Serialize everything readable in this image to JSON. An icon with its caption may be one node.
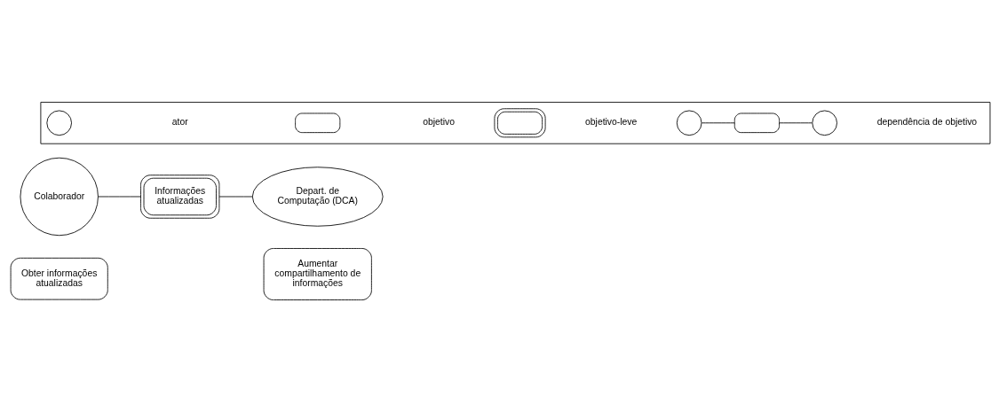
{
  "diagram": {
    "nodes": [
      {
        "text": [
          "Colaborador"
        ]
      },
      {
        "text": [
          "Informações atualizadas"
        ]
      },
      {
        "text": [
          "Obter informações atualizadas"
        ]
      },
      {
        "text": [
          "Depart. de Computação (DCA)"
        ]
      },
      {
        "text": [
          "Aumentar compartilhamento de informações"
        ]
      },
      {
        "text": [],
        "shape": "box"
      },
      {
        "text": [],
        "shape": "circle",
        "in": 5
      },
      {
        "text": [],
        "shape": "box",
        "in": 5
      },
      {
        "text": [],
        "shape": "box",
        "in": 5
      },
      {
        "text": [],
        "shape": "circle",
        "in": 5
      },
      {
        "text": [],
        "shape": "box",
        "in": 5
      },
      {
        "text": [],
        "shape": "circle",
        "in": 5
      }
    ],
    "edges": [
      {
        "from": 0,
        "to": 1,
        "arrow": "none"
      },
      {
        "from": 1,
        "to": 3,
        "arrow": "none"
      },
      {
        "from": 9,
        "to": 10,
        "arrow": "none"
      },
      {
        "from": 10,
        "to": 11,
        "arrow": "none"
      }
    ],
    "legend": [
      {
        "text": "ator"
      },
      {
        "text": "objetivo"
      },
      {
        "text": "objetivo-leve"
      },
      {
        "text": "dependência de objetivo"
      }
    ]
  }
}
